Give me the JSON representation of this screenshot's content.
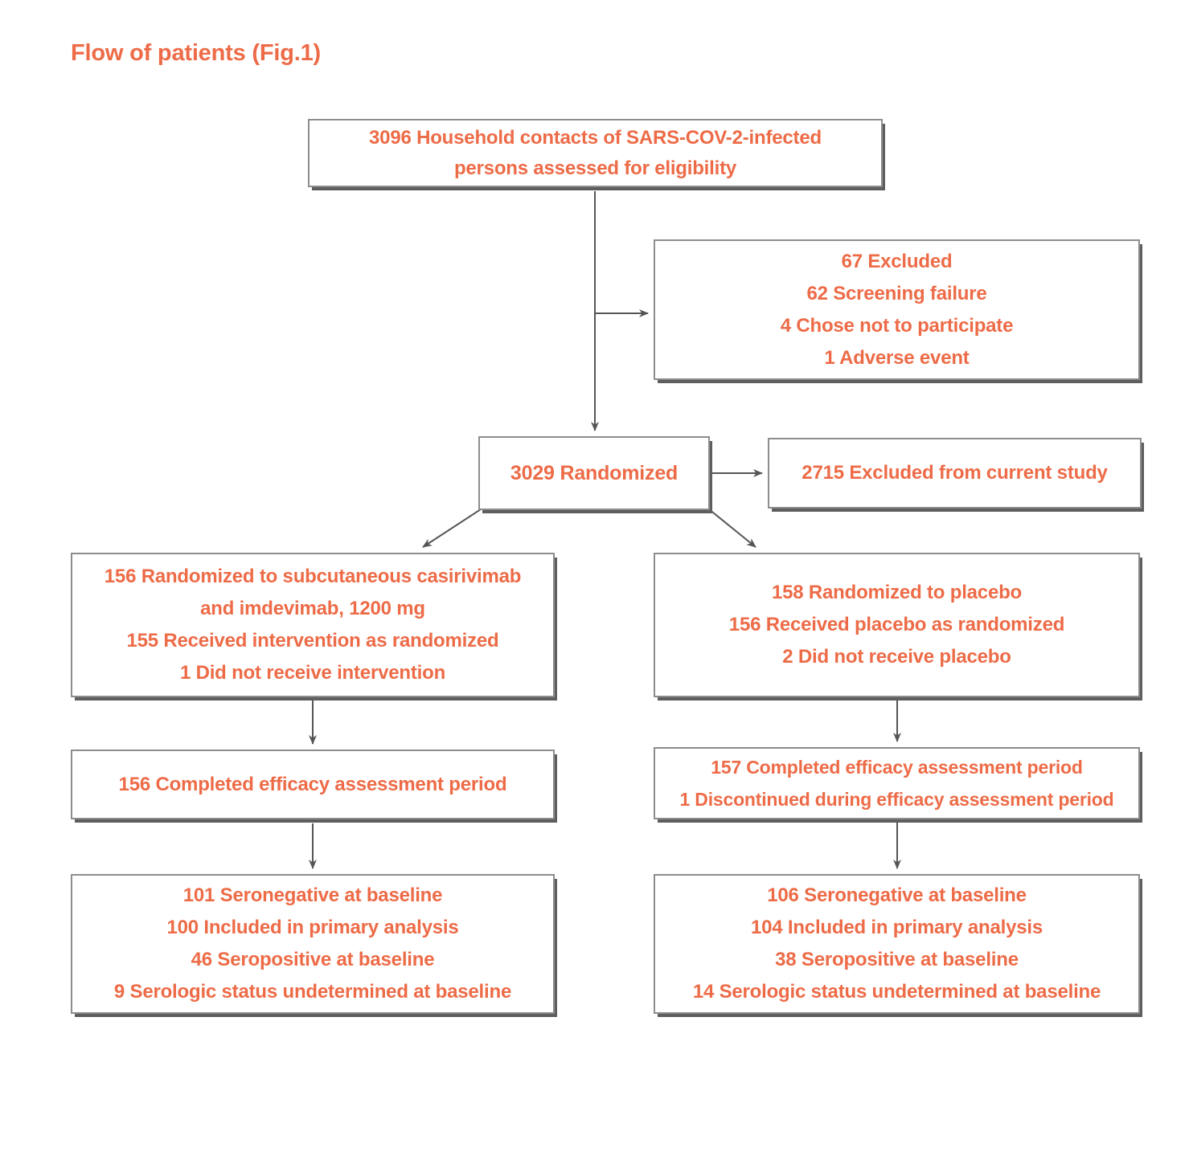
{
  "title": "Flow of patients (Fig.1)",
  "colors": {
    "accent_text": "#ED6B47",
    "box_border": "#8d8d8d",
    "box_shadow": "#5e5e5e",
    "arrow": "#555555",
    "background": "#ffffff"
  },
  "boxes": {
    "eligibility": {
      "lines": [
        "3096 Household contacts of SARS-COV-2-infected",
        "persons assessed for eligibility"
      ]
    },
    "excluded": {
      "lines": [
        "67 Excluded",
        "62 Screening failure",
        "4 Chose not to participate",
        "1 Adverse event"
      ]
    },
    "randomized": {
      "lines": [
        "3029 Randomized"
      ]
    },
    "excluded_study": {
      "lines": [
        "2715 Excluded from current study"
      ]
    },
    "casirivimab_group": {
      "lines": [
        "156 Randomized to subcutaneous casirivimab",
        "and imdevimab, 1200 mg",
        "155 Received intervention as randomized",
        "1 Did not receive intervention"
      ]
    },
    "placebo_group": {
      "lines": [
        "158 Randomized to placebo",
        "156 Received placebo as randomized",
        "2 Did not receive placebo"
      ]
    },
    "completed_left": {
      "lines": [
        "156 Completed efficacy assessment period"
      ]
    },
    "completed_right": {
      "lines": [
        "157 Completed efficacy assessment period",
        "1 Discontinued during efficacy assessment period"
      ]
    },
    "serology_left": {
      "lines": [
        "101 Seronegative at baseline",
        "100 Included in primary analysis",
        "46 Seropositive at baseline",
        "9 Serologic status undetermined at baseline"
      ]
    },
    "serology_right": {
      "lines": [
        "106 Seronegative at baseline",
        "104 Included in primary analysis",
        "38 Seropositive at baseline",
        "14 Serologic status undetermined at baseline"
      ]
    }
  }
}
